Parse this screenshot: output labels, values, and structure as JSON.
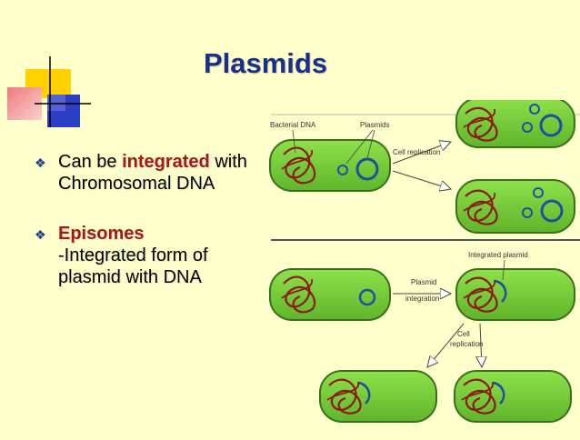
{
  "slide": {
    "title": "Plasmids",
    "bullets": [
      {
        "lead": "Can be ",
        "emphasis": "integrated",
        "rest": "with Chromosomal DNA"
      },
      {
        "emphasis": "Episomes",
        "rest": "-Integrated form of plasmid with DNA"
      }
    ]
  },
  "diagram": {
    "labels": {
      "bacterial_dna": "Bacterial DNA",
      "plasmids": "Plasmids",
      "cell_replication_top": "Cell replication",
      "integrated_plasmid": "Integrated plasmid",
      "plasmid_integration_line1": "Plasmid",
      "plasmid_integration_line2": "integration",
      "cell_replication_bottom_line1": "Cell",
      "cell_replication_bottom_line2": "replication"
    }
  },
  "colors": {
    "background": "#FFFFCC",
    "title": "#1a2f8a",
    "emphasis": "#a3191c",
    "cell_fill": "#7fd33a",
    "cell_border": "#3b6e1e",
    "chromosome": "#8b1a10",
    "plasmid": "#1d4fa0"
  }
}
